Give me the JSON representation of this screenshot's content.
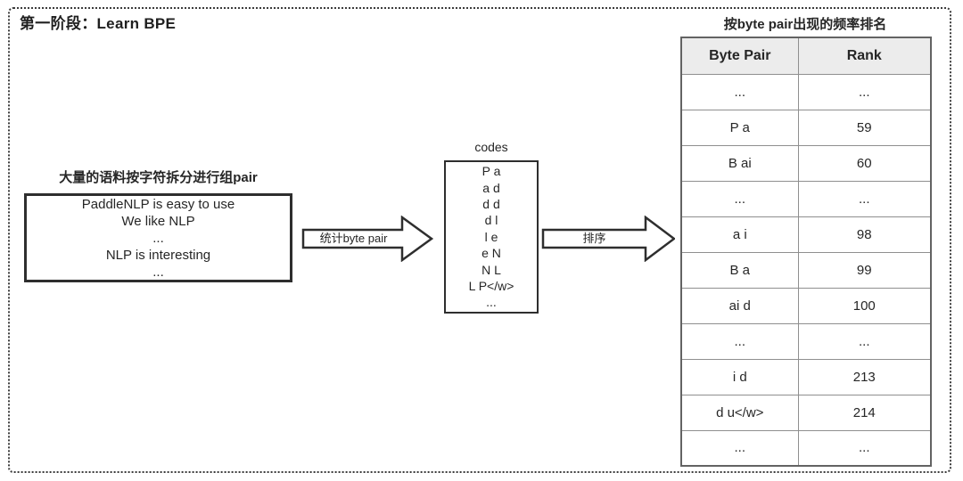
{
  "page": {
    "title": "第一阶段：Learn BPE"
  },
  "corpus": {
    "label": "大量的语料按字符拆分进行组pair",
    "lines": [
      "PaddleNLP is easy to use",
      "We like NLP",
      "...",
      "NLP is interesting",
      "..."
    ]
  },
  "arrows": {
    "count_label": "统计byte pair",
    "sort_label": "排序"
  },
  "codes": {
    "label": "codes",
    "lines": [
      "P a",
      "a d",
      "d d",
      "d l",
      "l e",
      "e N",
      "N L",
      "L P</w>",
      "..."
    ]
  },
  "rank_table": {
    "title": "按byte pair出现的频率排名",
    "headers": [
      "Byte Pair",
      "Rank"
    ],
    "rows": [
      [
        "...",
        "..."
      ],
      [
        "P a",
        "59"
      ],
      [
        "B ai",
        "60"
      ],
      [
        "...",
        "..."
      ],
      [
        "a i",
        "98"
      ],
      [
        "B a",
        "99"
      ],
      [
        "ai d",
        "100"
      ],
      [
        "...",
        "..."
      ],
      [
        "i d",
        "213"
      ],
      [
        "d u</w>",
        "214"
      ],
      [
        "...",
        "..."
      ]
    ]
  },
  "colors": {
    "text": "#262626",
    "shape_border": "#2e2e2e",
    "table_border": "#8f8f8f",
    "table_outer_border": "#636363",
    "table_header_bg": "#ececec"
  }
}
